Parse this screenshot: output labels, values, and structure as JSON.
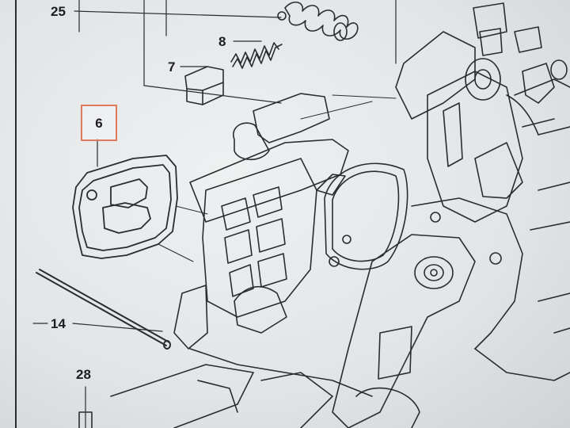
{
  "callouts": {
    "p25": "25",
    "p8": "8",
    "p7": "7",
    "p6": "6",
    "p14": "14",
    "p28": "28"
  },
  "colors": {
    "line": "#2a2c2e",
    "highlight_box": "#e07a5f",
    "background": "#e4e7e9"
  }
}
